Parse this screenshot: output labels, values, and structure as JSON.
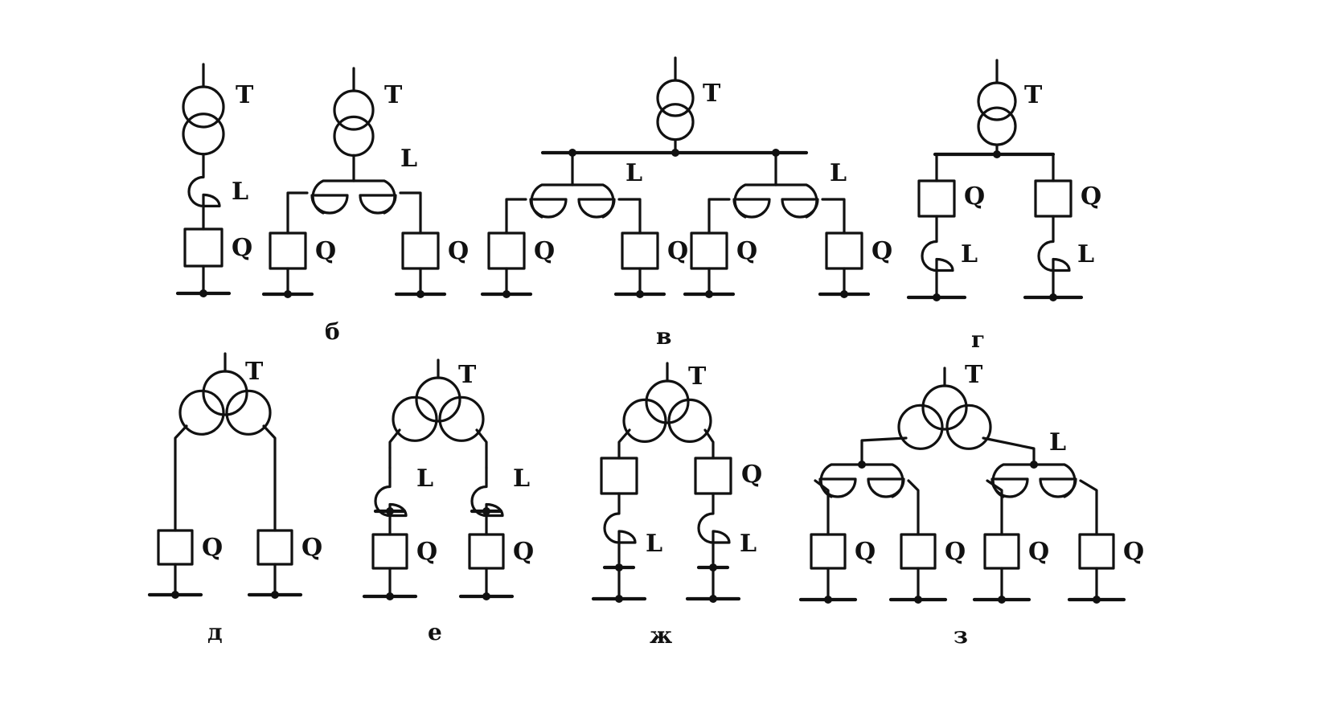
{
  "labels": {
    "transformer": "T",
    "reactor": "L",
    "breaker": "Q"
  },
  "captions": {
    "b": "б",
    "v": "в",
    "g": "г",
    "d": "д",
    "e": "е",
    "zh": "ж",
    "z": "з"
  },
  "colors": {
    "ink": "#111111",
    "background": "#ffffff"
  }
}
